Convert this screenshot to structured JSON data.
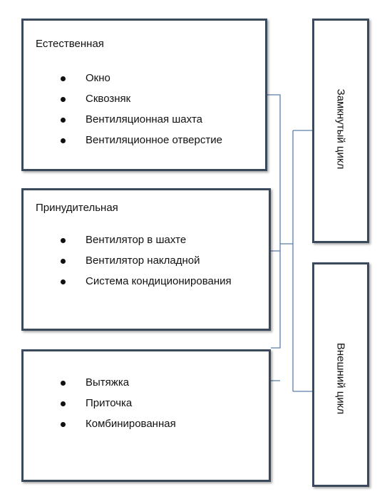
{
  "natural": {
    "title": "Естественная",
    "items": [
      "Окно",
      "Сквозняк",
      "Вентиляционная шахта",
      "Вентиляционное отверстие"
    ]
  },
  "forced": {
    "title": "Принудительная",
    "items": [
      "Вентилятор в шахте",
      "Вентилятор накладной",
      "Система кондиционирования"
    ]
  },
  "airflow": {
    "items": [
      "Вытяжка",
      "Приточка",
      "Комбинированная"
    ]
  },
  "closed_cycle": {
    "label": "Замкнутый цикл"
  },
  "external_cycle": {
    "label": "Внешний цикл"
  },
  "colors": {
    "box_border": "#3a4a5c",
    "connector": "#5b7fa8"
  }
}
